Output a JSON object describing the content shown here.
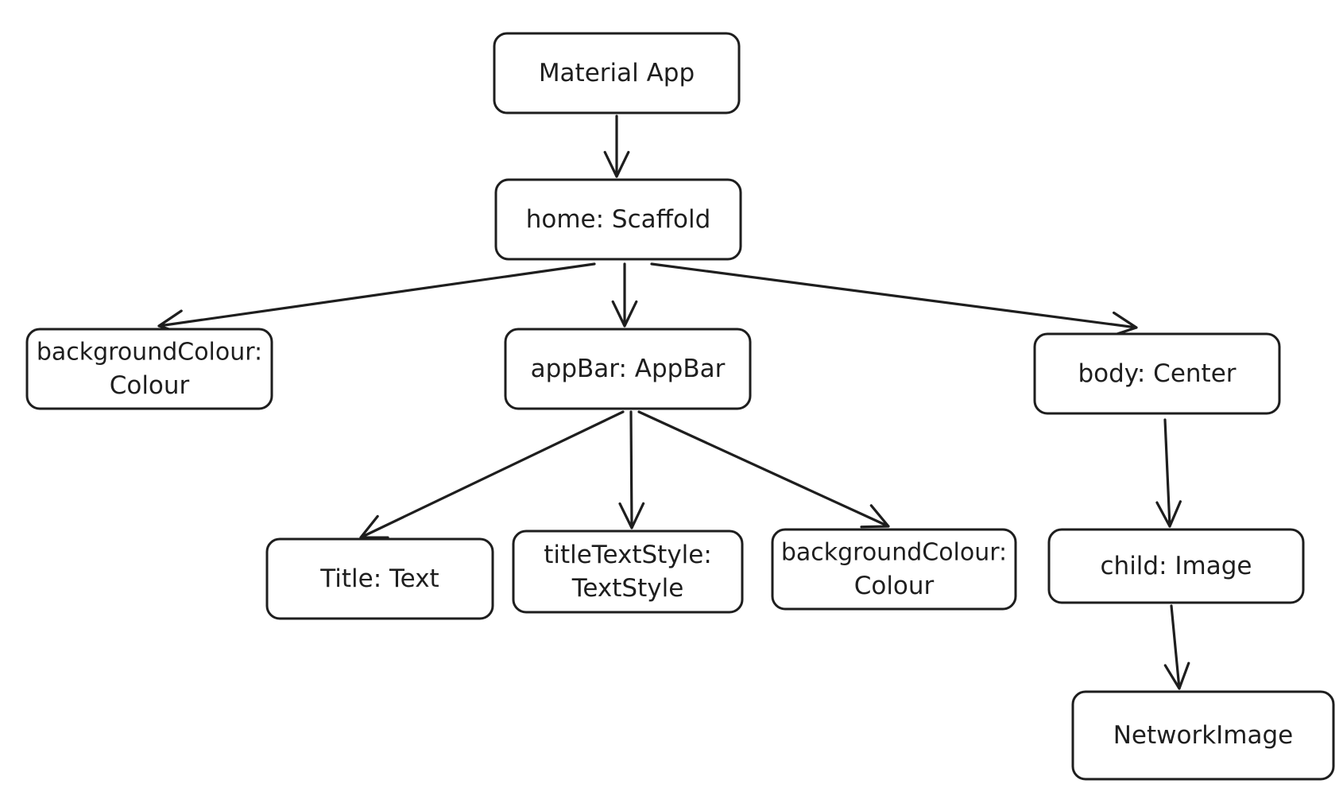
{
  "colors": {
    "stroke": "#1e1e1e",
    "background": "#ffffff"
  },
  "nodes": {
    "material_app": [
      "Material App"
    ],
    "home": [
      "home: Scaffold"
    ],
    "background_colour_left": [
      "backgroundColour:",
      "Colour"
    ],
    "app_bar": [
      "appBar: AppBar"
    ],
    "body": [
      "body: Center"
    ],
    "title": [
      "Title: Text"
    ],
    "title_text_style": [
      "titleTextStyle:",
      "TextStyle"
    ],
    "background_colour_right": [
      "backgroundColour:",
      "Colour"
    ],
    "child": [
      "child: Image"
    ],
    "network_image": [
      "NetworkImage"
    ]
  },
  "edges": [
    {
      "from": "material_app",
      "to": "home"
    },
    {
      "from": "home",
      "to": "background_colour_left"
    },
    {
      "from": "home",
      "to": "app_bar"
    },
    {
      "from": "home",
      "to": "body"
    },
    {
      "from": "app_bar",
      "to": "title"
    },
    {
      "from": "app_bar",
      "to": "title_text_style"
    },
    {
      "from": "app_bar",
      "to": "background_colour_right"
    },
    {
      "from": "body",
      "to": "child"
    },
    {
      "from": "child",
      "to": "network_image"
    }
  ]
}
